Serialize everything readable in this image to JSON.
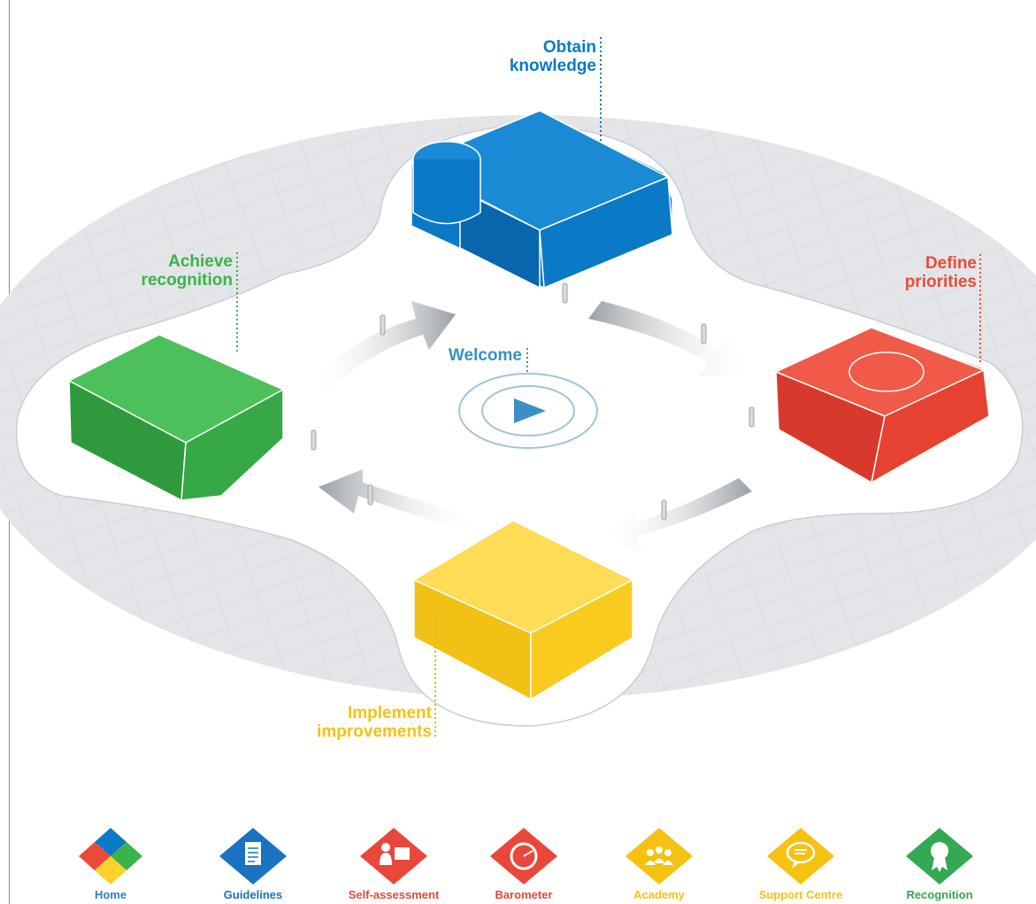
{
  "labels": {
    "obtain": [
      "Obtain",
      "knowledge"
    ],
    "define": [
      "Define",
      "priorities"
    ],
    "implement": [
      "Implement",
      "improvements"
    ],
    "achieve": [
      "Achieve",
      "recognition"
    ],
    "welcome": "Welcome"
  },
  "nav": [
    {
      "label": "Home",
      "icon": "puzzle-home-icon",
      "color": "#2f7fc1"
    },
    {
      "label": "Guidelines",
      "icon": "document-icon",
      "color": "#1a72c0"
    },
    {
      "label": "Self-assessment",
      "icon": "person-presentation-icon",
      "color": "#e8473b"
    },
    {
      "label": "Barometer",
      "icon": "gauge-icon",
      "color": "#e8473b"
    },
    {
      "label": "Academy",
      "icon": "group-icon",
      "color": "#f5c211"
    },
    {
      "label": "Support Centre",
      "icon": "speech-bubble-icon",
      "color": "#f5c211"
    },
    {
      "label": "Recognition",
      "icon": "award-ribbon-icon",
      "color": "#34a853"
    }
  ],
  "colors": {
    "blue": "#0a79c6",
    "red": "#eb4a3a",
    "yellow": "#fdd12c",
    "green": "#3bb34a",
    "floor": "#e3e5e8"
  }
}
